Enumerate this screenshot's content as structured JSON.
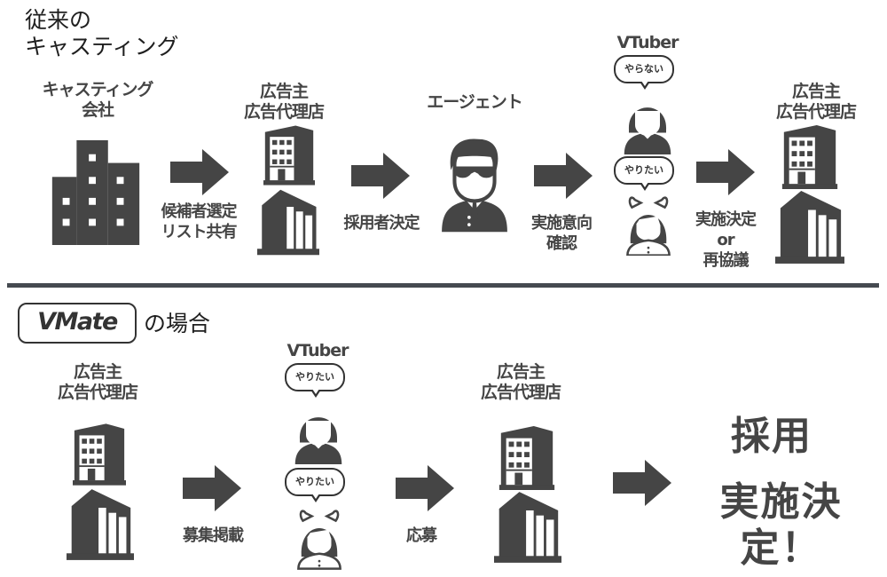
{
  "colors": {
    "icon": "#454545",
    "text": "#454545",
    "heading": "#1f1f1f",
    "divider": "#454a50",
    "background": "#ffffff"
  },
  "traditional": {
    "heading_line1": "従来の",
    "heading_line2": "キャスティング",
    "casting_company": {
      "line1": "キャスティング",
      "line2": "会社",
      "icon": "office-buildings-icon"
    },
    "arrow1_caption": {
      "line1": "候補者選定",
      "line2": "リスト共有"
    },
    "advertiser1": {
      "line1": "広告主",
      "line2": "広告代理店",
      "icon": "office-building-icon"
    },
    "arrow2_caption": "採用者決定",
    "agent": {
      "label": "エージェント",
      "icon": "agent-sunglasses-icon"
    },
    "arrow3_caption": {
      "line1": "実施意向",
      "line2": "確認"
    },
    "vtuber": {
      "label": "VTuber",
      "bubble1": "やらない",
      "bubble2": "やりたい"
    },
    "arrow4_caption": {
      "line1": "実施決定",
      "line2": "or",
      "line3": "再協議"
    },
    "advertiser2": {
      "line1": "広告主",
      "line2": "広告代理店"
    }
  },
  "vmate_case": {
    "logo": "VMate",
    "heading_suffix": "の場合",
    "advertiser1": {
      "line1": "広告主",
      "line2": "広告代理店"
    },
    "arrow1_caption": "募集掲載",
    "vtuber": {
      "label": "VTuber",
      "bubble1": "やりたい",
      "bubble2": "やりたい"
    },
    "arrow2_caption": "応募",
    "advertiser2": {
      "line1": "広告主",
      "line2": "広告代理店"
    },
    "result": {
      "line1": "採用",
      "line2": "実施決定！"
    }
  }
}
